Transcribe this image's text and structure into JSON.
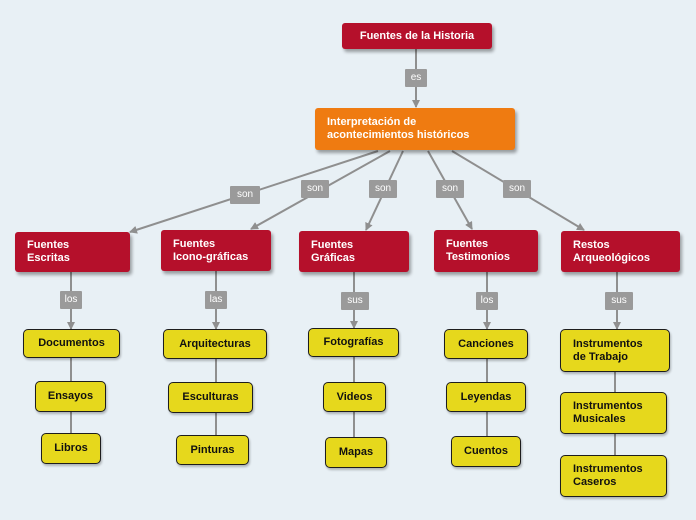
{
  "root": "Fuentes de la Historia",
  "root_link": "es",
  "center": "Interpretación de\nacontecimientos históricos",
  "branches": [
    {
      "link": "son",
      "title": "Fuentes\nEscritas",
      "sublink": "los",
      "items": [
        "Documentos",
        "Ensayos",
        "Libros"
      ]
    },
    {
      "link": "son",
      "title": "Fuentes\nIcono-gráficas",
      "sublink": "las",
      "items": [
        "Arquitecturas",
        "Esculturas",
        "Pinturas"
      ]
    },
    {
      "link": "son",
      "title": "Fuentes\nGráficas",
      "sublink": "sus",
      "items": [
        "Fotografías",
        "Videos",
        "Mapas"
      ]
    },
    {
      "link": "son",
      "title": "Fuentes\nTestimonios",
      "sublink": "los",
      "items": [
        "Canciones",
        "Leyendas",
        "Cuentos"
      ]
    },
    {
      "link": "son",
      "title": "Restos\nArqueológicos",
      "sublink": "sus",
      "items": [
        "Instrumentos\nde Trabajo",
        "Instrumentos\nMusicales",
        "Instrumentos\nCaseros"
      ]
    }
  ],
  "colors": {
    "root": "#b5102b",
    "center": "#ef7b11",
    "category": "#b5102b",
    "leaf": "#e6d81c",
    "connector": "#8f8f8f",
    "label": "#9a9a9a",
    "background": "#e8f0f5"
  }
}
